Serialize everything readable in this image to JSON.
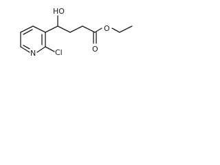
{
  "molecule": {
    "atoms": {
      "hydroxyl": "HO",
      "carbonyl_oxygen": "O",
      "ester_oxygen": "O",
      "ring_nitrogen": "N",
      "chlorine": "Cl"
    }
  }
}
